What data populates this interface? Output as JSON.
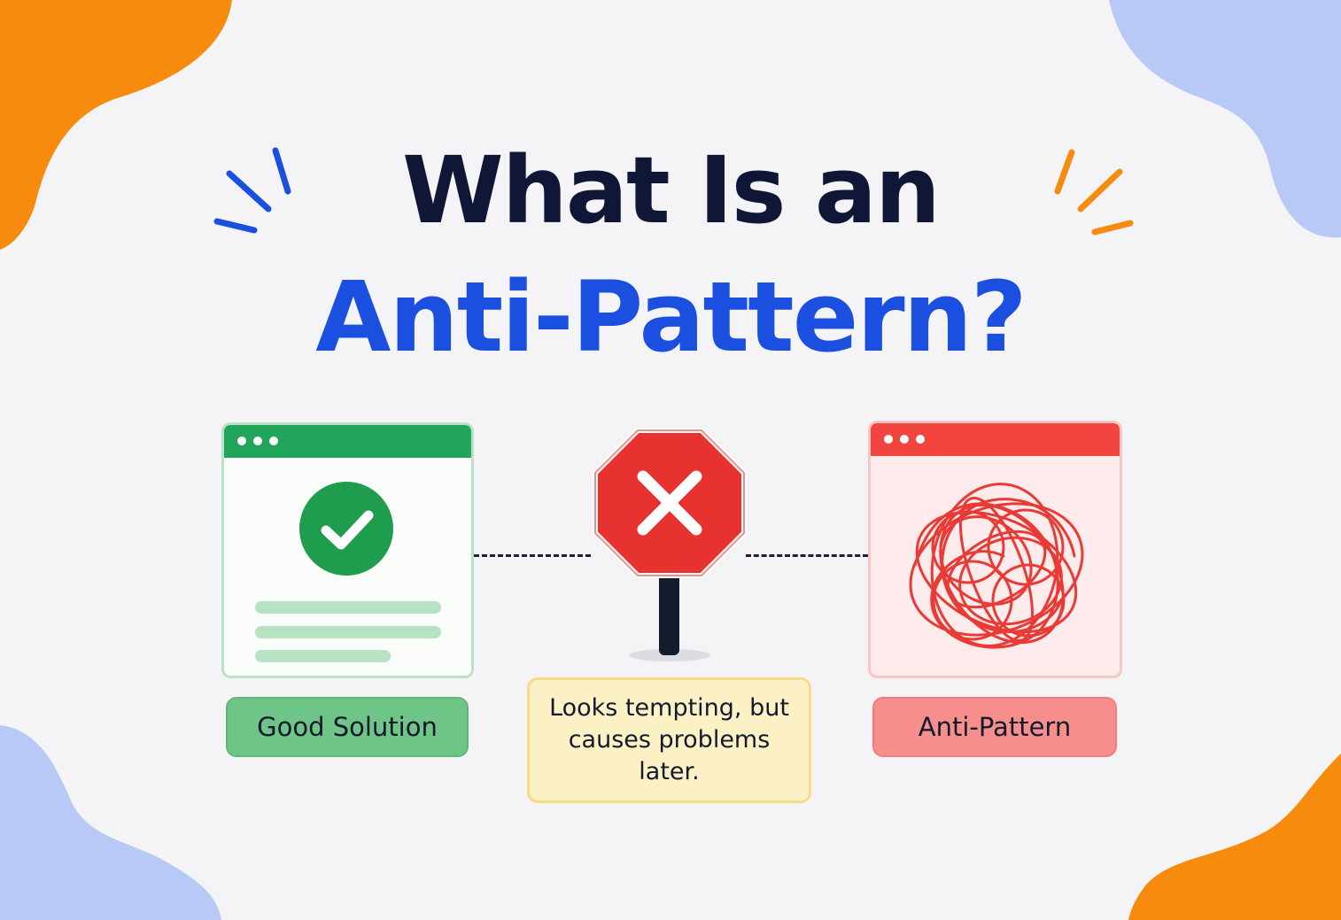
{
  "title": {
    "line1": "What Is an",
    "line2": "Anti-Pattern?"
  },
  "good": {
    "icon": "check-icon",
    "label": "Good Solution",
    "color": "#21a55a"
  },
  "middle": {
    "icon": "stop-sign-x-icon",
    "note": "Looks tempting, but causes problems later.",
    "color": "#e8322f"
  },
  "anti": {
    "icon": "tangled-scribble-icon",
    "label": "Anti-Pattern",
    "color": "#f2453f"
  },
  "colors": {
    "title_dark": "#0f1636",
    "title_accent": "#1a4fe0",
    "blob_orange": "#f78b0e",
    "blob_blue": "#b9c9f6"
  }
}
